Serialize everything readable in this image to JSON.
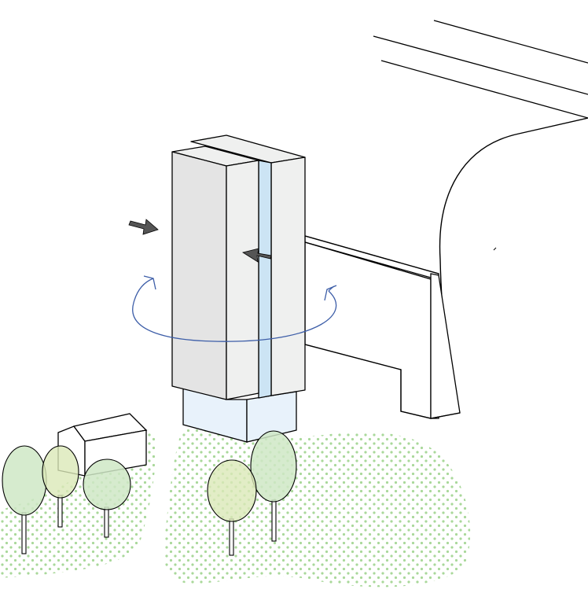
{
  "diagram": {
    "kind": "architectural-massing-axonometric",
    "labels": [],
    "elements": [
      "existing-building-curved-wall",
      "slab-tower-front-block",
      "slab-tower-rear-block",
      "glazed-gap-strip",
      "tower-base-podium",
      "low-wing-connector",
      "rotation-arrow",
      "push-arrow-left",
      "push-arrow-right",
      "small-house",
      "tree-cluster-left",
      "tree-cluster-center",
      "green-ground-patch-left",
      "green-ground-patch-center"
    ]
  },
  "colors": {
    "outline": "#000000",
    "tower_shaded_face": "#e4e4e4",
    "tower_light_face": "#eff0ef",
    "glazing_blue": "#cce4f4",
    "podium_blue": "#e8f2fb",
    "rotation_arrow_blue": "#3d5ea8",
    "push_arrow_gray": "#555555",
    "grass_dot_green": "#a9d89a",
    "tree_fill_green": "#cfe8c6",
    "tree_fill_yellowgreen": "#dbe8b8"
  }
}
